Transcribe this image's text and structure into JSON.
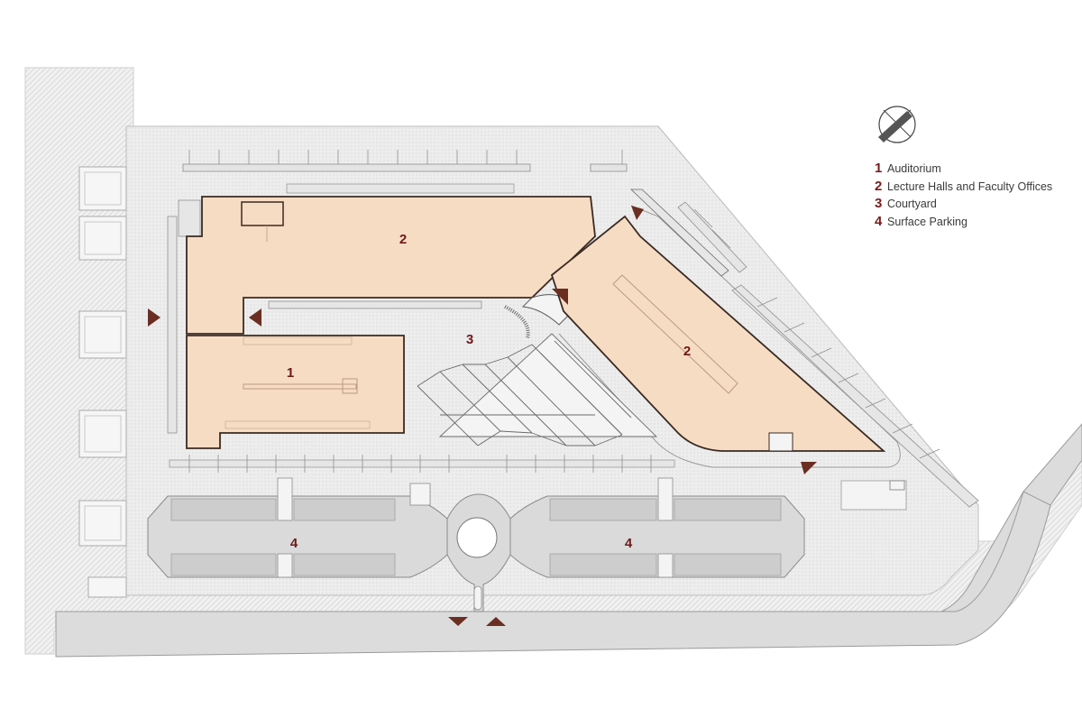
{
  "legend": [
    {
      "number": "1",
      "label": "Auditorium"
    },
    {
      "number": "2",
      "label": "Lecture Halls and Faculty Offices"
    },
    {
      "number": "3",
      "label": "Courtyard"
    },
    {
      "number": "4",
      "label": "Surface Parking"
    }
  ],
  "zones": {
    "auditorium": "1",
    "lecture_west": "2",
    "lecture_east": "2",
    "courtyard": "3",
    "parking_west": "4",
    "parking_east": "4"
  },
  "colors": {
    "building_fill": "#f7dcc4",
    "building_outline": "#3a2a22",
    "label": "#6e1a1a",
    "arrow": "#6b2e22",
    "paving": "#efefef",
    "road": "#dcdcdc"
  },
  "icons": {
    "north_arrow": "north-arrow-icon",
    "entrance": "entrance-arrow-icon"
  }
}
